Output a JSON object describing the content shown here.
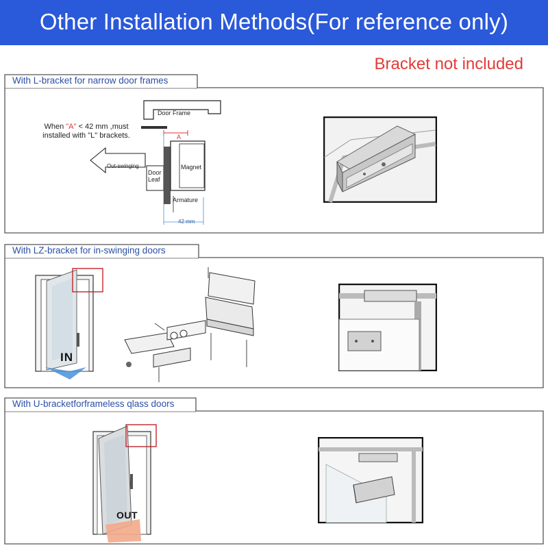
{
  "header": {
    "title": "Other Installation Methods(For reference only)"
  },
  "note": "Bracket not included",
  "panels": [
    {
      "title": "With L-bracket for narrow door frames",
      "diagram": {
        "door_frame": "Door Frame",
        "condition_pre": "When ",
        "condition_a": "\"A\"",
        "condition_post": " < 42 mm ,must",
        "condition_line2": "installed with \"L\" brackets.",
        "a_label": "A",
        "out_swinging": "Out-swinging",
        "door_leaf": "Door Leaf",
        "magnet": "Magnet",
        "armature": "Armature",
        "dimension": "42 mm"
      }
    },
    {
      "title": "With LZ-bracket for in-swinging doors",
      "badge": "IN"
    },
    {
      "title": "With U-bracketforframeless qlass doors",
      "badge": "OUT"
    }
  ],
  "colors": {
    "header": "#2a59d9",
    "note": "#e23b35",
    "panel_title": "#2a4fa6",
    "highlight": "#c0242a"
  }
}
